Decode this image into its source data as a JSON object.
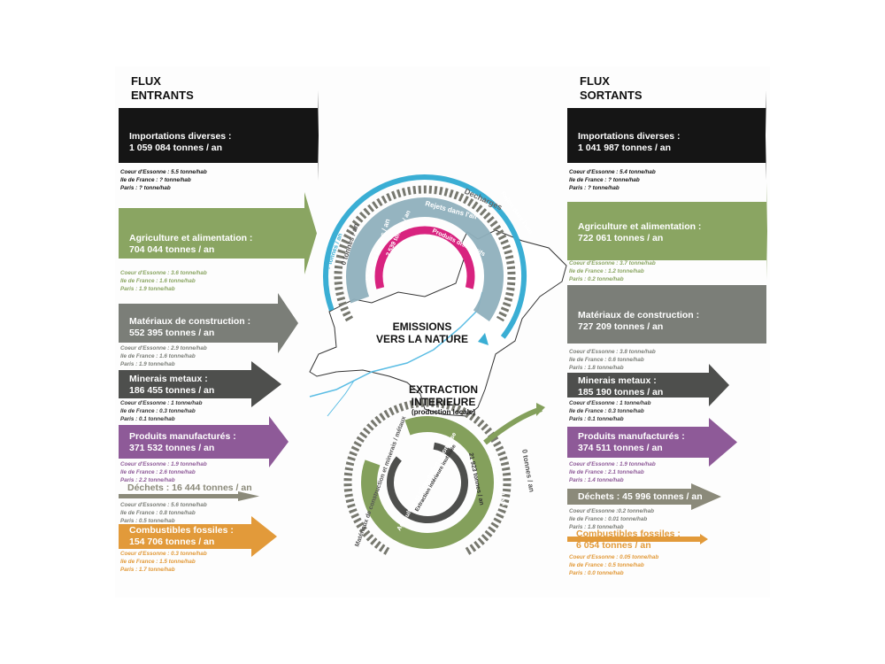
{
  "left": {
    "title_line1": "FLUX",
    "title_line2": "ENTRANTS",
    "flows": [
      {
        "id": "importations",
        "label": "Importations diverses :",
        "value": "1 059 084 tonnes / an",
        "color": "#151515",
        "stats": [
          "Coeur d'Essonne : 5.5 tonne/hab",
          "Ile de France : ? tonne/hab",
          "Paris : ? tonne/hab"
        ],
        "stats_color": "#151515"
      },
      {
        "id": "agriculture",
        "label": "Agriculture et alimentation :",
        "value": "704 044 tonnes / an",
        "color": "#8aa562",
        "stats": [
          "Coeur d'Essonne : 3.6 tonne/hab",
          "Ile de France : 1.6 tonne/hab",
          "Paris : 1.9 tonne/hab"
        ],
        "stats_color": "#8aa562"
      },
      {
        "id": "materiaux",
        "label": "Matériaux de construction :",
        "value": "552 395 tonnes / an",
        "color": "#7b7e78",
        "stats": [
          "Coeur d'Essonne : 2.9 tonne/hab",
          "Ile de France : 1.6 tonne/hab",
          "Paris : 1.9 tonne/hab"
        ],
        "stats_color": "#7b7e78"
      },
      {
        "id": "minerais",
        "label": "Minerais metaux :",
        "value": "186 455 tonnes / an",
        "color": "#4e4f4d",
        "stats": [
          "Coeur d'Essonne : 1 tonne/hab",
          "Ile de France : 0.3 tonne/hab",
          "Paris : 0.1 tonne/hab"
        ],
        "stats_color": "#333333"
      },
      {
        "id": "produits",
        "label": "Produits manufacturés :",
        "value": "371 532 tonnes / an",
        "color": "#8e5a98",
        "stats": [
          "Coeur d'Essonne : 1.9 tonne/hab",
          "Ile de France : 2.6 tonne/hab",
          "Paris : 2.2 tonne/hab"
        ],
        "stats_color": "#8e5a98"
      },
      {
        "id": "dechets",
        "label": "Déchets : 16 444 tonnes / an",
        "value": "",
        "color": "#8b8a7a",
        "stats": [
          "Coeur d'Essonne : 5.6 tonne/hab",
          "Ile de France : 0.8 tonne/hab",
          "Paris : 0.5 tonne/hab"
        ],
        "stats_color": "#7b7e78"
      },
      {
        "id": "combustibles",
        "label": "Combustibles fossiles :",
        "value": "154 706 tonnes / an",
        "color": "#e29a3a",
        "stats": [
          "Coeur d'Essonne : 0.3 tonne/hab",
          "Ile de France : 1.5 tonne/hab",
          "Paris : 1.7 tonne/hab"
        ],
        "stats_color": "#e29a3a"
      }
    ]
  },
  "right": {
    "title_line1": "FLUX",
    "title_line2": "SORTANTS",
    "flows": [
      {
        "id": "importations",
        "label": "Importations diverses :",
        "value": "1 041 987 tonnes / an",
        "color": "#151515",
        "stats": [
          "Coeur d'Essonne : 5.4 tonne/hab",
          "Ile de France : ? tonne/hab",
          "Paris : ? tonne/hab"
        ],
        "stats_color": "#151515"
      },
      {
        "id": "agriculture",
        "label": "Agriculture et alimentation :",
        "value": "722 061 tonnes / an",
        "color": "#8aa562",
        "stats": [
          "Coeur d'Essonne : 3.7 tonne/hab",
          "Ile de France : 1.2 tonne/hab",
          "Paris : 0.2 tonne/hab"
        ],
        "stats_color": "#8aa562"
      },
      {
        "id": "materiaux",
        "label": "Matériaux de construction :",
        "value": "727 209 tonnes / an",
        "color": "#7b7e78",
        "stats": [
          "Coeur d'Essonne : 3.8 tonne/hab",
          "Ile de France : 0.6 tonne/hab",
          "Paris : 1.8 tonne/hab"
        ],
        "stats_color": "#7b7e78"
      },
      {
        "id": "minerais",
        "label": "Minerais metaux :",
        "value": "185 190 tonnes / an",
        "color": "#4e4f4d",
        "stats": [
          "Coeur d'Essonne : 1 tonne/hab",
          "Ile de France : 0.3 tonne/hab",
          "Paris : 0.1 tonne/hab"
        ],
        "stats_color": "#333333"
      },
      {
        "id": "produits",
        "label": "Produits manufacturés :",
        "value": "374 511 tonnes / an",
        "color": "#8e5a98",
        "stats": [
          "Coeur d'Essonne : 1.9 tonne/hab",
          "Ile de France : 2.1 tonne/hab",
          "Paris : 1.4 tonne/hab"
        ],
        "stats_color": "#8e5a98"
      },
      {
        "id": "dechets",
        "label": "Déchets : 45 996 tonnes / an",
        "value": "",
        "color": "#8b8a7a",
        "stats": [
          "Coeur d'Essonne :0.2 tonne/hab",
          "Ile de France : 0.01 tonne/hab",
          "Paris : 1.8 tonne/hab"
        ],
        "stats_color": "#7b7e78"
      },
      {
        "id": "combustibles",
        "label": "Combustibles fossiles :",
        "value": "6 054 tonnes / an",
        "color": "#e29a3a",
        "stats": [
          "Coeur d'Essonne : 0.05 tonne/hab",
          "Ile de France : 0.5 tonne/hab",
          "Paris : 0.0 tonne/hab"
        ],
        "stats_color": "#e29a3a"
      }
    ]
  },
  "center": {
    "emissions_line1": "EMISSIONS",
    "emissions_line2": "VERS LA NATURE",
    "extraction_line1": "EXTRACTION",
    "extraction_line2": "INTERIEURE",
    "extraction_line3": "(production locale)",
    "emission_rings": [
      {
        "name": "Rejets dans l'eau",
        "value": "? tonnes / an",
        "color": "#3aaed4"
      },
      {
        "name": "Decharges",
        "value": "0 tonnes / an",
        "color": "#77786f"
      },
      {
        "name": "Rejets dans l'air",
        "value": "552 425 tonnes / an",
        "color": "#8fb0bd"
      },
      {
        "name": "Produits dissipatifs",
        "value": "2 539 tonnes / an",
        "color": "#d8237f"
      }
    ],
    "extraction_rings": [
      {
        "name": "Matériaux de construction et minerais / métaux",
        "value": "0 tonnes / an",
        "color": "#77786f"
      },
      {
        "name": "Agriculture et alimentation - biomasse",
        "value": "31 319 tonnes / an",
        "color": "#84a05c"
      },
      {
        "name": "Extraction intérieure inutilisée",
        "value": "21 923 tonnes / an",
        "color": "#4e4f4d"
      }
    ],
    "map_outline_color": "#333333",
    "river_color": "#5bbde4"
  }
}
